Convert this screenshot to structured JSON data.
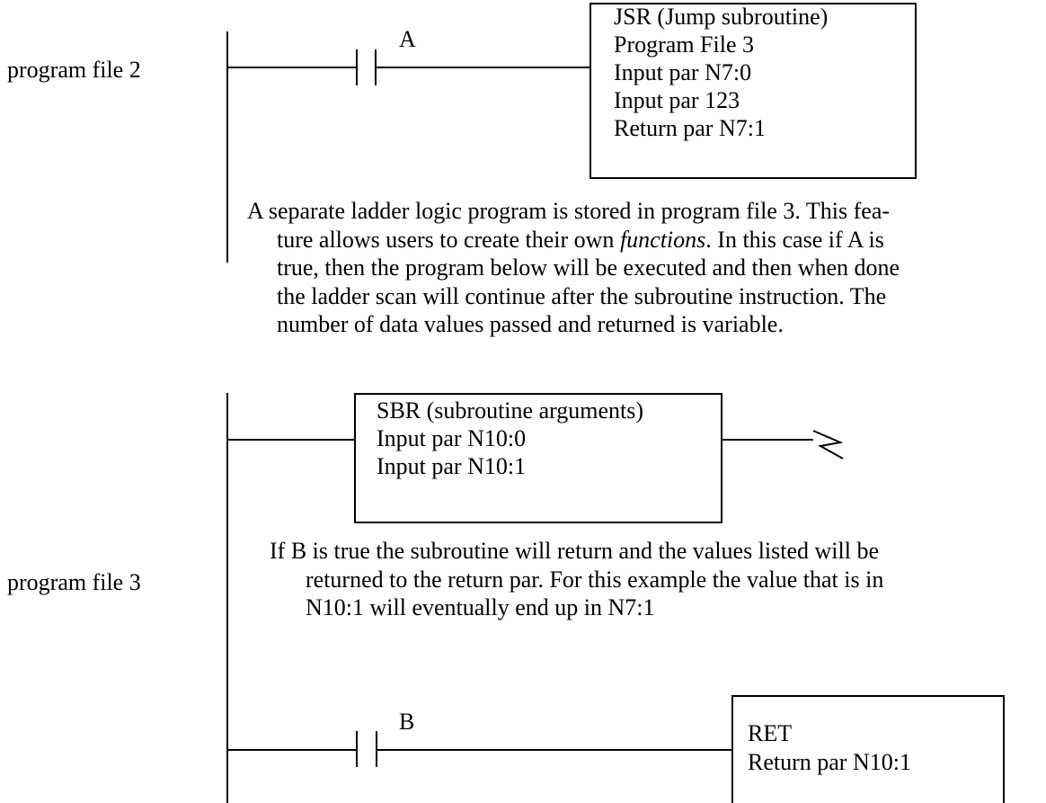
{
  "labels": {
    "program_file_2": "program file 2",
    "program_file_3": "program file 3"
  },
  "contacts": {
    "a": "A",
    "b": "B"
  },
  "jsr_box": {
    "lines": [
      "JSR (Jump subroutine)",
      "Program File 3",
      "Input par N7:0",
      "Input par 123",
      "Return par N7:1"
    ]
  },
  "description_1": {
    "lines": [
      "A separate ladder logic program is stored in program file 3. This fea-",
      "ture allows users to create their own",
      "functions",
      ". In this case if A is",
      "true, then the program below will be executed and then when done",
      "the ladder scan will continue after the subroutine instruction. The",
      "number of data values passed and returned is variable."
    ]
  },
  "sbr_box": {
    "lines": [
      "SBR (subroutine arguments)",
      "Input par N10:0",
      "Input par N10:1"
    ]
  },
  "description_2": {
    "lines": [
      "If B is true the subroutine will return and the values listed will be",
      "returned to the return par. For this example the value that is in",
      "N10:1 will eventually end up in N7:1"
    ]
  },
  "ret_box": {
    "lines": [
      "RET",
      "Return par N10:1"
    ]
  }
}
